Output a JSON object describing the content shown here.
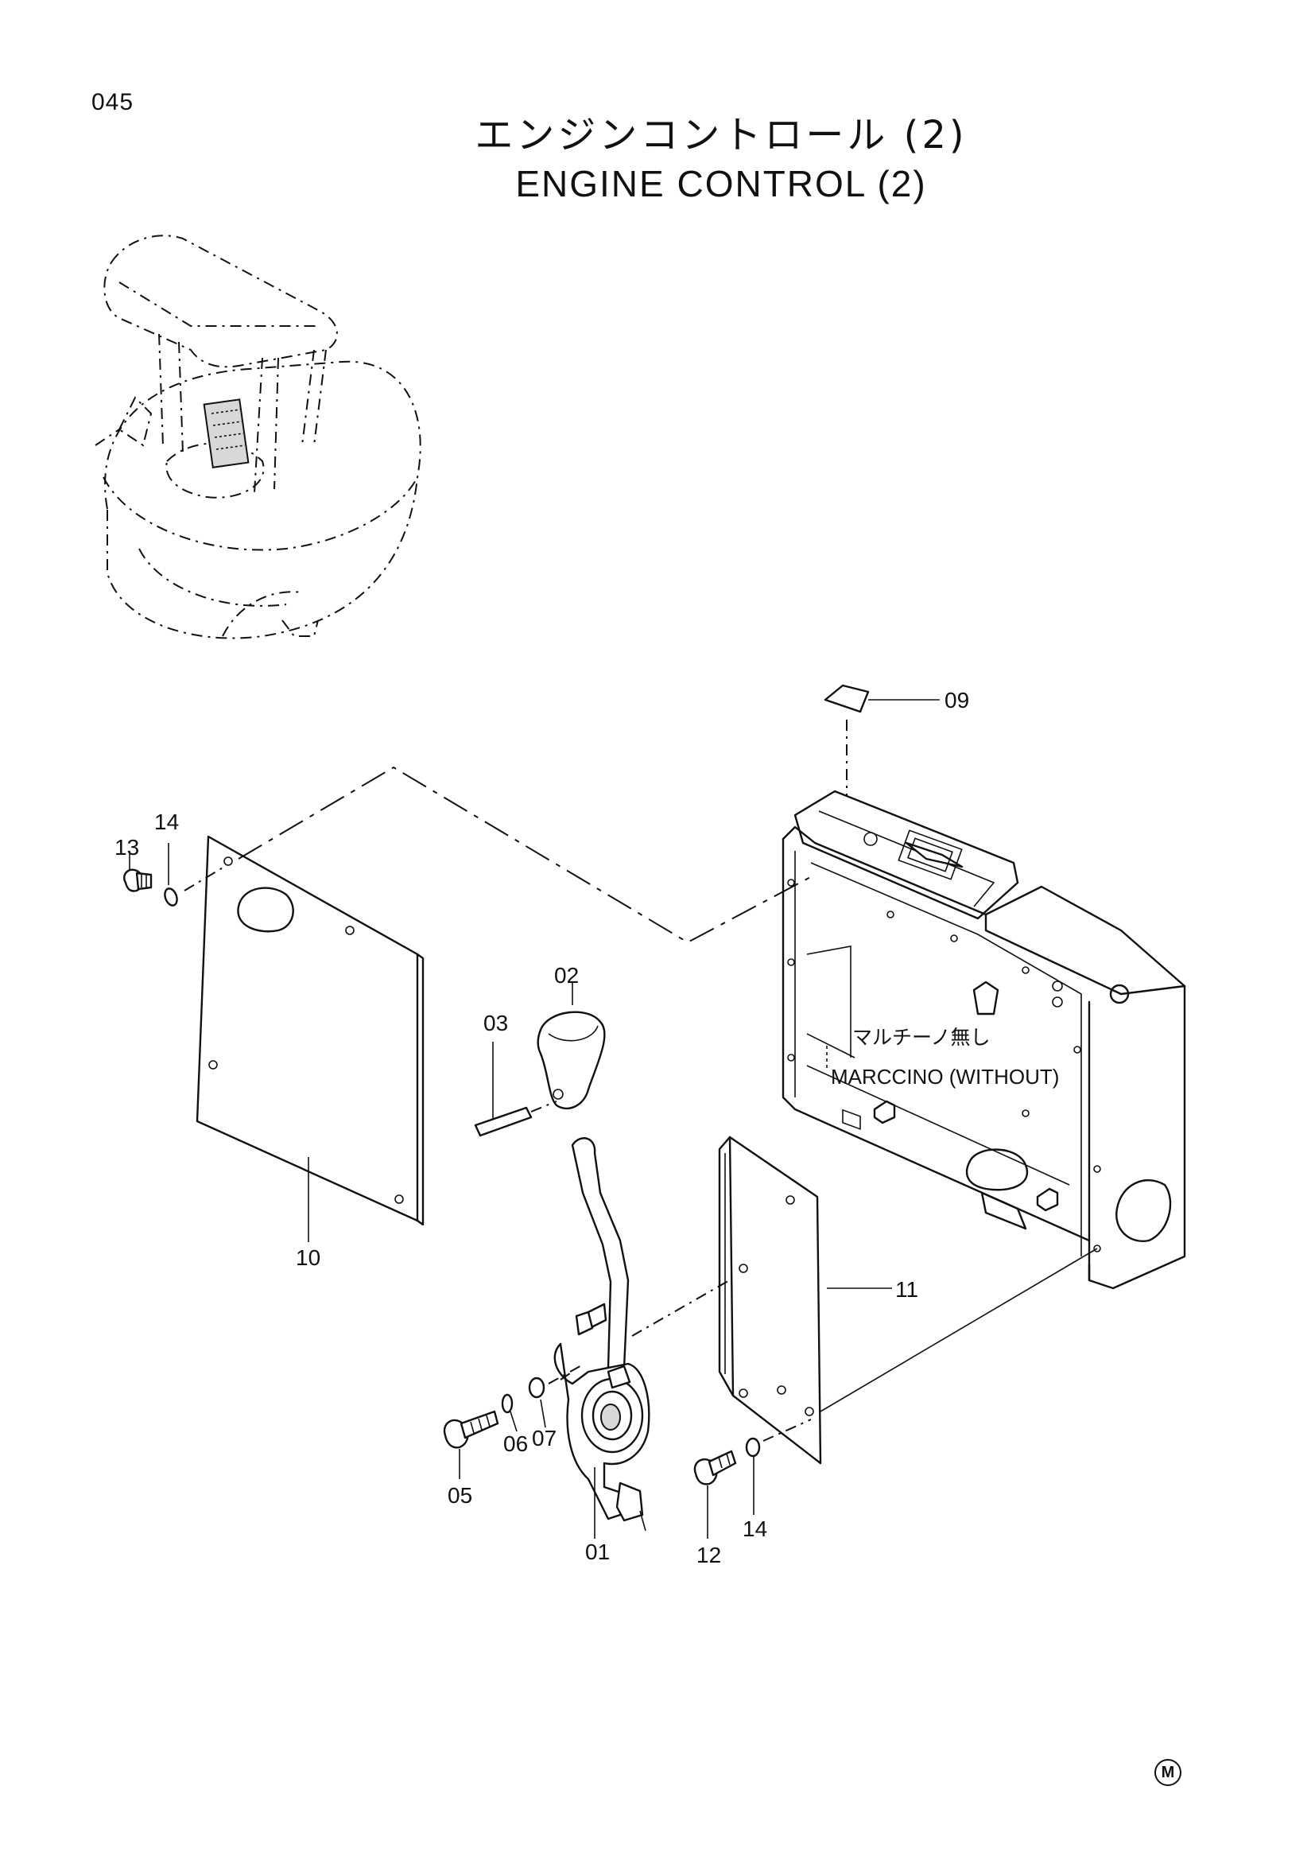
{
  "page_number": "045",
  "title_jp": "エンジンコントロール (2)",
  "title_en": "ENGINE CONTROL (2)",
  "callouts": {
    "c01": "01",
    "c02": "02",
    "c03": "03",
    "c05": "05",
    "c06": "06",
    "c07": "07",
    "c09": "09",
    "c10": "10",
    "c11": "11",
    "c12": "12",
    "c13": "13",
    "c14a": "14",
    "c14b": "14"
  },
  "note": {
    "jp": "マルチーノ無し",
    "en": "MARCCINO (WITHOUT)"
  },
  "corner_mark": "M"
}
